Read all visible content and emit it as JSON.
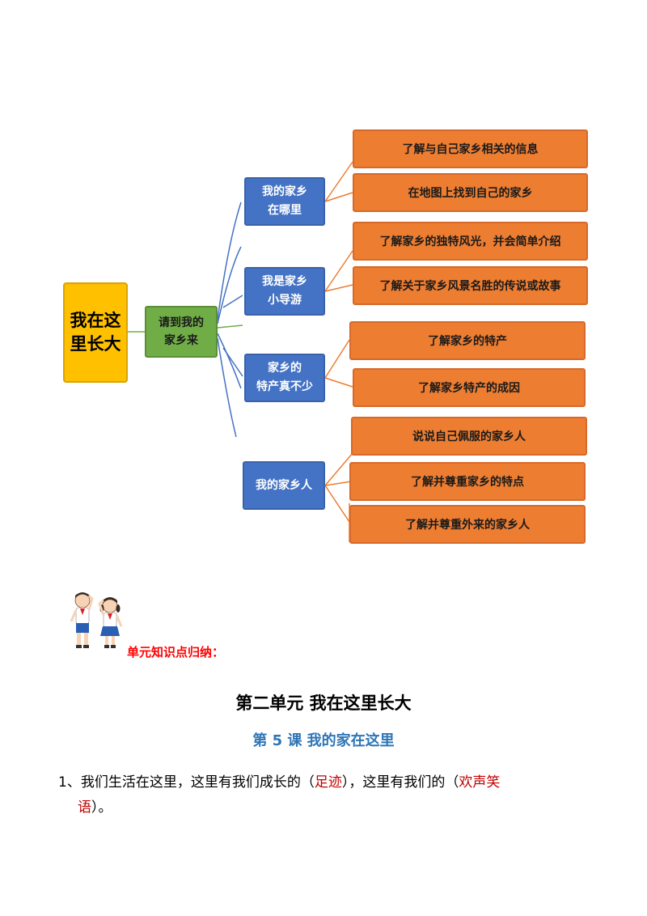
{
  "mindmap": {
    "root": {
      "line1": "我在这",
      "line2": "里长大"
    },
    "center": {
      "line1": "请到我的",
      "line2": "家乡来"
    },
    "branches": [
      {
        "line1": "我的家乡",
        "line2": "在哪里",
        "leaves": [
          "了解与自己家乡相关的信息",
          "在地图上找到自己的家乡"
        ]
      },
      {
        "line1": "我是家乡",
        "line2": "小导游",
        "leaves": [
          "了解家乡的独特风光，并会简单介绍",
          "了解关于家乡风景名胜的传说或故事"
        ]
      },
      {
        "line1": "家乡的",
        "line2": "特产真不少",
        "leaves": [
          "了解家乡的特产",
          "了解家乡特产的成因"
        ]
      },
      {
        "line1": "我的家乡人",
        "line2": "",
        "leaves": [
          "说说自己佩服的家乡人",
          "了解并尊重家乡的特点",
          "了解并尊重外来的家乡人"
        ]
      }
    ]
  },
  "section_heading": "单元知识点归纳：",
  "unit_title": "第二单元  我在这里长大",
  "lesson_title": "第 5 课   我的家在这里",
  "item1": {
    "number": "1、",
    "text_a": "我们生活在这里，这里有我们成长的（",
    "answer1": "足迹",
    "text_b": "），这里有我们的（",
    "answer2a": "欢声笑",
    "answer2b": "语",
    "text_c": "）。"
  }
}
